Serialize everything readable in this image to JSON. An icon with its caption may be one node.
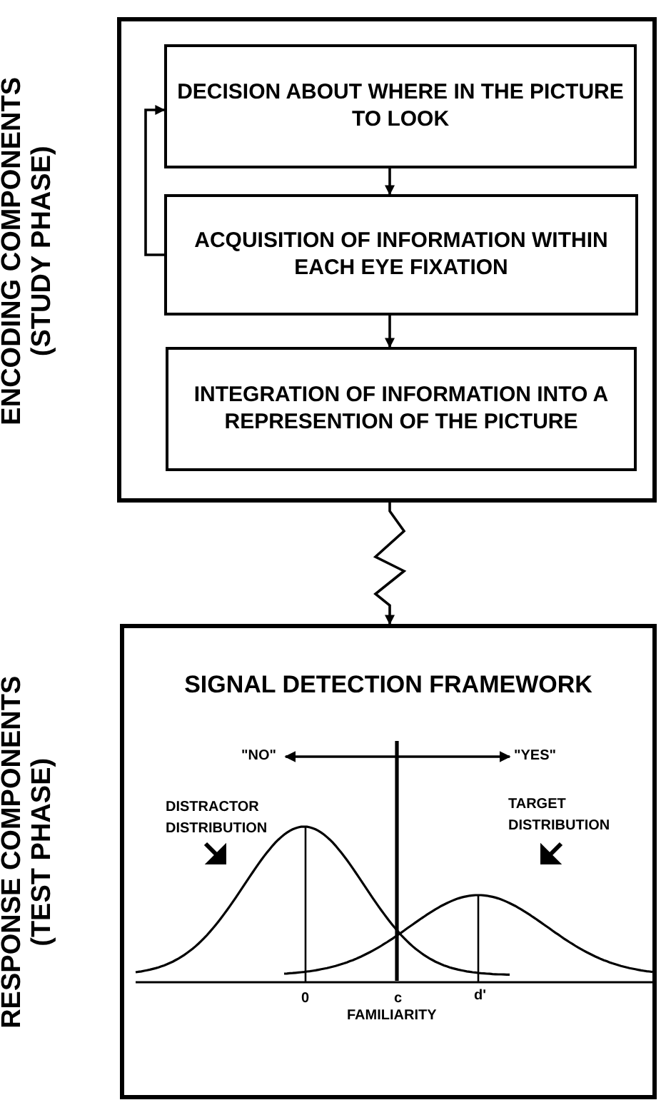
{
  "diagram": {
    "nodes": [
      {
        "text": [
          "ENCODING COMPONENTS (STUDY PHASE)"
        ]
      },
      {
        "text": [
          "DECISION ABOUT WHERE IN THE PICTURE TO LOOK"
        ],
        "in": 0
      },
      {
        "text": [
          "ACQUISITION OF INFORMATION WITHIN EACH EYE FIXATION"
        ],
        "in": 0
      },
      {
        "text": [
          "INTEGRATION OF INFORMATION INTO A REPRESENTION OF THE PICTURE"
        ],
        "in": 0
      },
      {
        "text": [
          "RESPONSE COMPONENTS (TEST PHASE)",
          "SIGNAL DETECTION FRAMEWORK"
        ]
      }
    ],
    "edges": [
      {
        "from": 1,
        "to": 2,
        "arrow": "to"
      },
      {
        "from": 2,
        "to": 3,
        "arrow": "to"
      },
      {
        "from": 2,
        "to": 1,
        "arrow": "to"
      },
      {
        "from": 0,
        "to": 4,
        "arrow": "to"
      }
    ],
    "labels": [
      "\"NO\"",
      "\"YES\"",
      "DISTRACTOR DISTRIBUTION",
      "TARGET DISTRIBUTION",
      "0",
      "c",
      "d'",
      "FAMILIARITY"
    ]
  }
}
